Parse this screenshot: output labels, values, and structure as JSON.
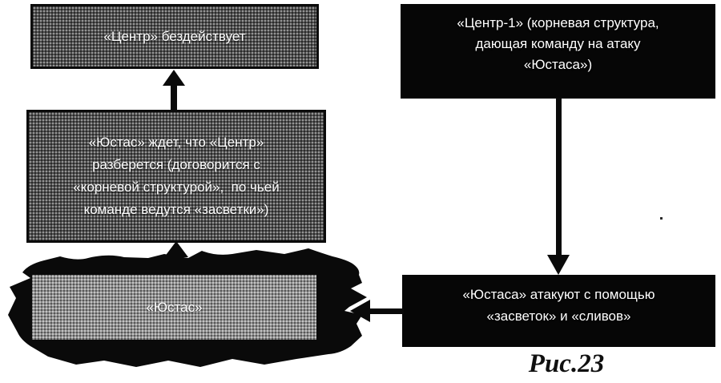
{
  "diagram": {
    "caption": "Рис.23",
    "boxes": {
      "center_idle": "«Центр» бездействует",
      "justas_waits": "«Юстас» ждет, что «Центр»\nразберется (договорится с\n«корневой структурой»,  по чьей\nкоманде ведутся «засветки»)",
      "justas": "«Юстас»",
      "center1": "«Центр-1» (корневая структура,\nдающая команду на атаку\n«Юстаса»)",
      "attack": "«Юстаса» атакуют с помощью\n«засветок» и «сливов»"
    },
    "arrows": [
      {
        "name": "justas-waits-to-center-idle",
        "direction": "up"
      },
      {
        "name": "justas-to-justas-waits",
        "direction": "up"
      },
      {
        "name": "center1-to-attack",
        "direction": "down"
      },
      {
        "name": "attack-to-justas",
        "direction": "left"
      }
    ],
    "colors": {
      "background": "#ffffff",
      "gray_box": "#4f4f4f",
      "light_gray_box": "#8f8f8f",
      "black_box": "#060606",
      "box_text": "#ffffff",
      "arrow": "#0a0a0a",
      "caption_text": "#101010"
    }
  }
}
